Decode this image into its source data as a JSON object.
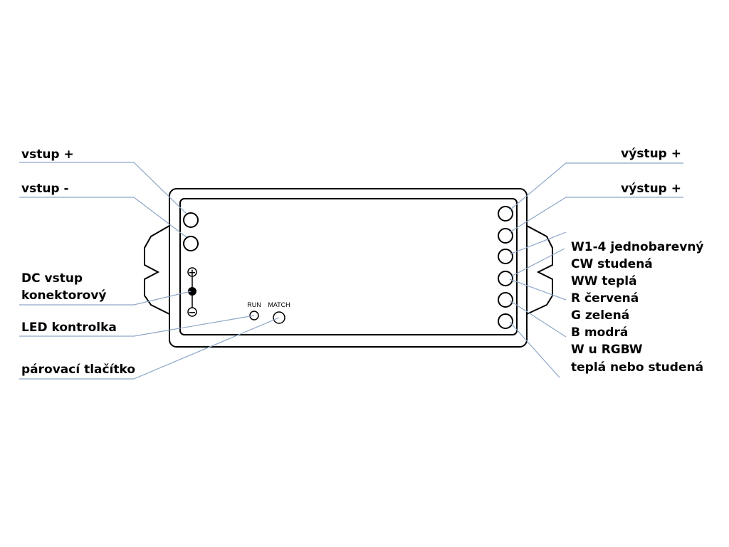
{
  "left_labels": {
    "input_plus": "vstup +",
    "input_minus": "vstup -",
    "dc_input_line1": "DC vstup",
    "dc_input_line2": "konektorový",
    "led_indicator": "LED kontrolka",
    "pairing_button": "párovací tlačítko"
  },
  "right_labels": {
    "output_plus_1": "výstup +",
    "output_plus_2": "výstup +",
    "channels": [
      "W1-4 jednobarevný",
      "CW studená",
      "WW teplá",
      "R červená",
      "G zelená",
      "B modrá",
      "W u RGBW",
      "teplá nebo studená"
    ]
  },
  "device": {
    "run_label": "RUN",
    "match_label": "MATCH",
    "plus_symbol": "+",
    "minus_symbol": "−"
  },
  "colors": {
    "outline": "#000000",
    "leader_line": "#8ea6c8"
  }
}
